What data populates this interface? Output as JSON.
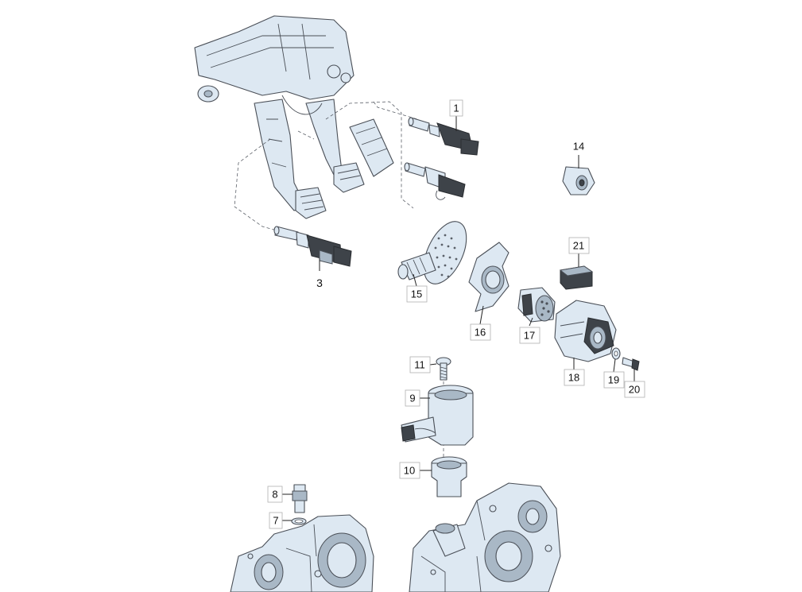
{
  "highlight_color": "#ffee00",
  "callouts": {
    "p1": "1",
    "p3": "3",
    "p7": "7",
    "p8": "8",
    "p9": "9",
    "p10": "10",
    "p11": "11",
    "p14": "14",
    "p15": "15",
    "p16": "16",
    "p17": "17",
    "p18": "18",
    "p19": "19",
    "p20": "20",
    "p21": "21"
  }
}
